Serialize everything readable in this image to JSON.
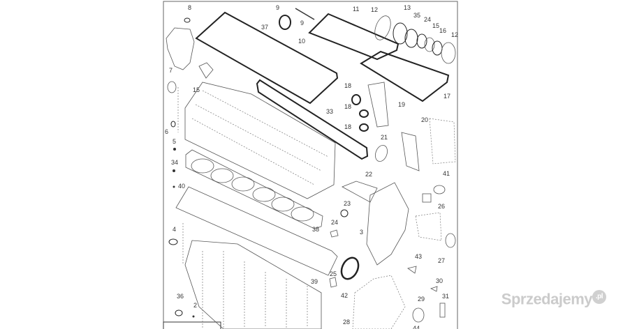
{
  "diagram": {
    "title": "Engine gasket set exploded view",
    "labels": [
      "8",
      "9",
      "9",
      "37",
      "10",
      "11",
      "12",
      "13",
      "35",
      "24",
      "15",
      "16",
      "12",
      "7",
      "15",
      "17",
      "18",
      "19",
      "18",
      "18",
      "33",
      "6",
      "5",
      "34",
      "40",
      "20",
      "21",
      "22",
      "41",
      "23",
      "26",
      "24",
      "3",
      "38",
      "4",
      "27",
      "43",
      "39",
      "25",
      "42",
      "30",
      "29",
      "31",
      "36",
      "2",
      "28",
      "44"
    ]
  },
  "watermark": {
    "text": "Sprzedajemy",
    "suffix": ".pl"
  }
}
